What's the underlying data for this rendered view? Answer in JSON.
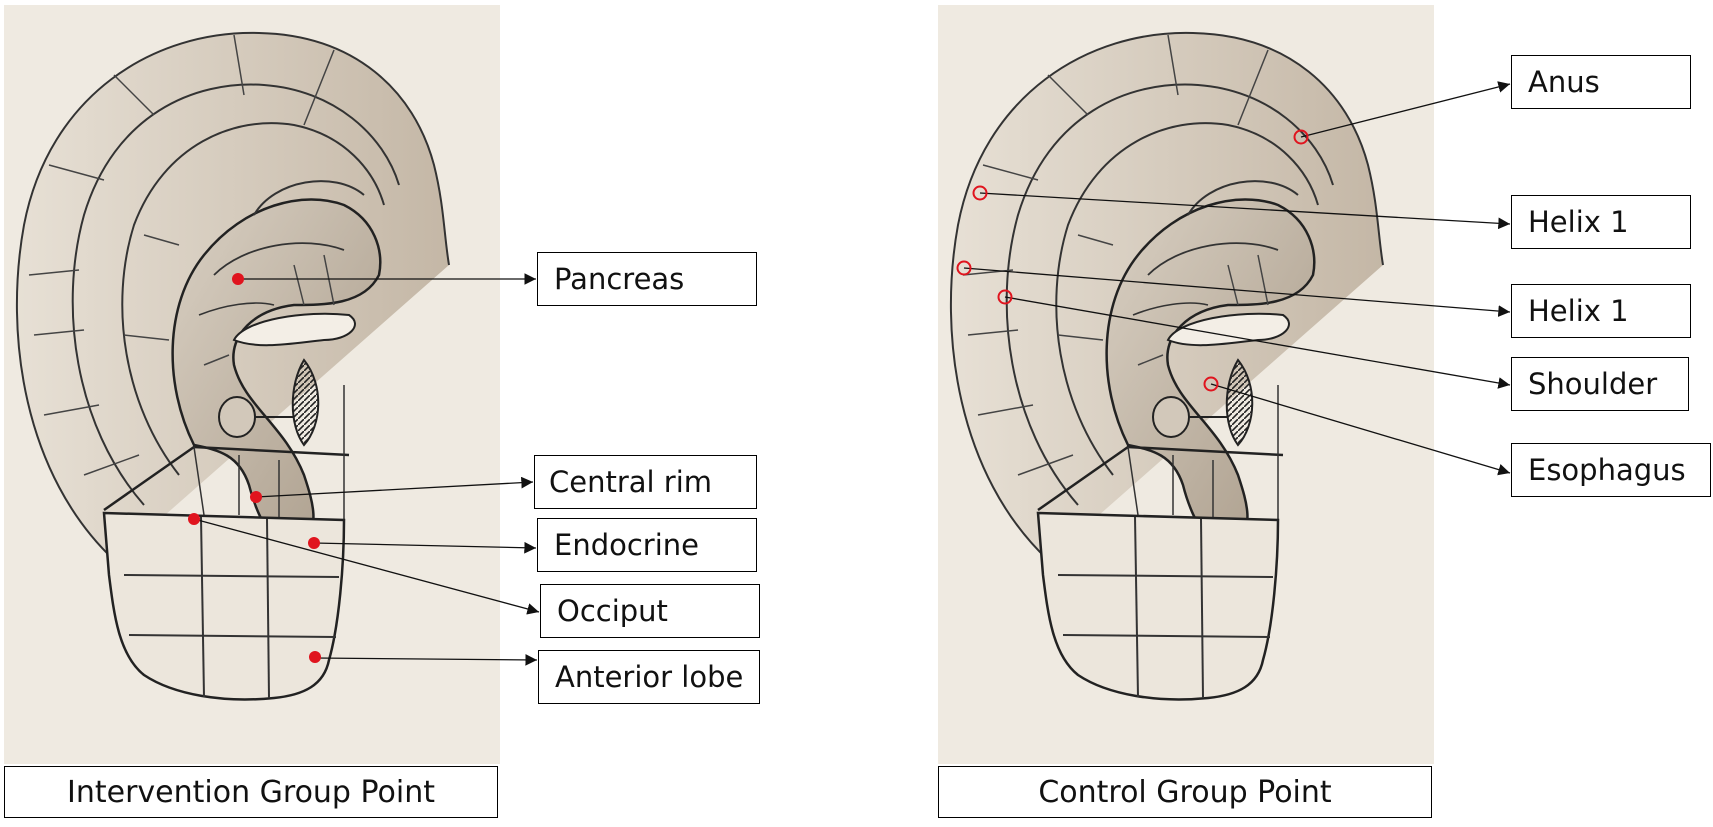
{
  "panels": [
    {
      "caption": "Intervention Group Point",
      "point_style": "filled red dot",
      "labels": [
        "Pancreas",
        "Central rim",
        "Endocrine",
        "Occiput",
        "Anterior lobe"
      ]
    },
    {
      "caption": "Control Group Point",
      "point_style": "open red circle",
      "labels": [
        "Anus",
        "Helix 1",
        "Helix 1",
        "Shoulder",
        "Esophagus"
      ]
    }
  ],
  "colors": {
    "point": "#e0141e",
    "line": "#111111",
    "ear_fill": "#efeae1",
    "ear_shade": "#b5a796"
  }
}
